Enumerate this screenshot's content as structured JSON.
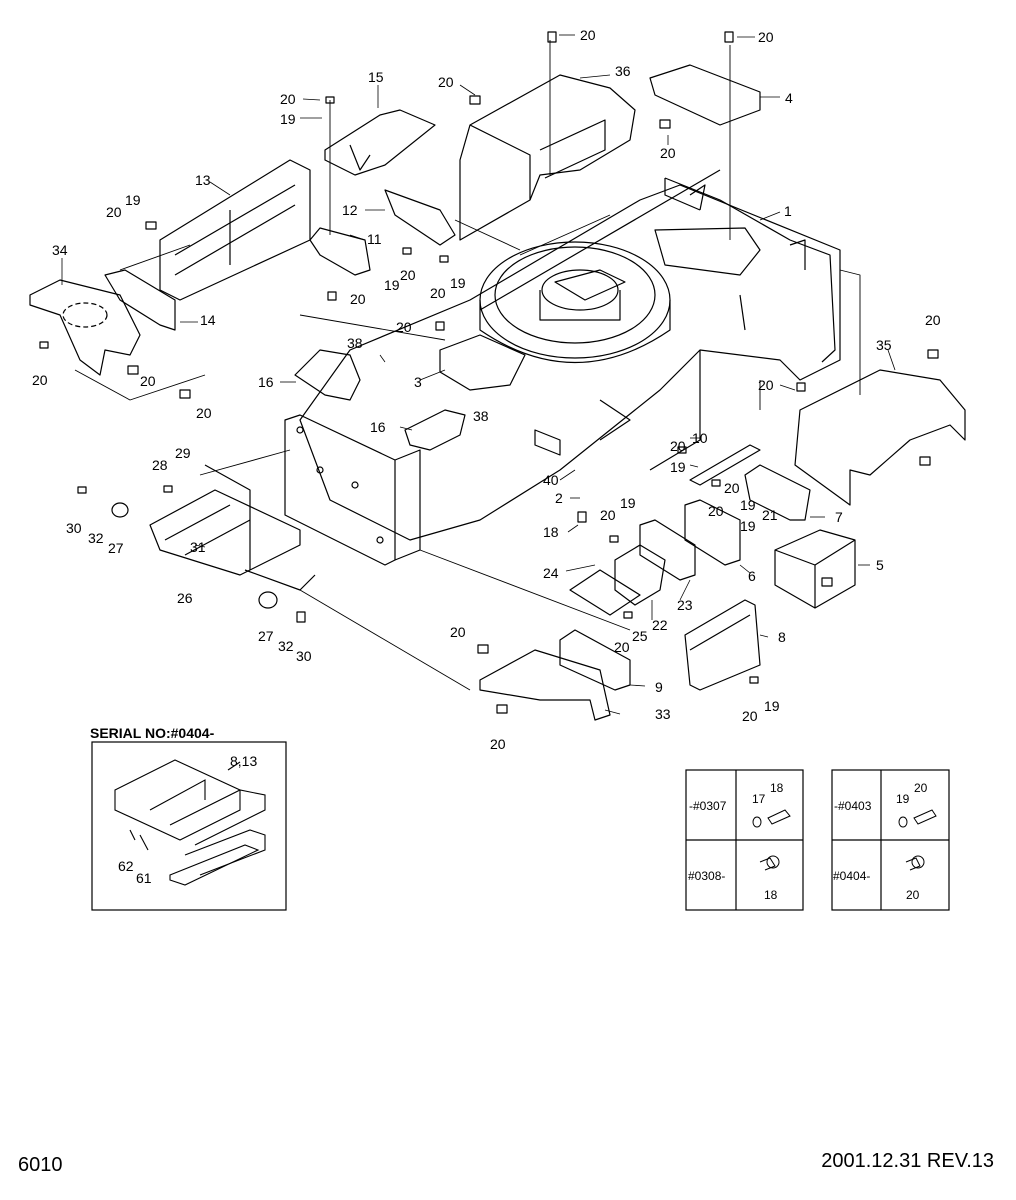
{
  "page_number": "6010",
  "revision": "2001.12.31 REV.13",
  "serial_inset": {
    "title": "SERIAL NO:#0404-",
    "labels": [
      "8,13",
      "62",
      "61"
    ]
  },
  "callouts": [
    {
      "id": "c-20a",
      "text": "20"
    },
    {
      "id": "c-20b",
      "text": "20"
    },
    {
      "id": "c-36",
      "text": "36"
    },
    {
      "id": "c-4",
      "text": "4"
    },
    {
      "id": "c-20c",
      "text": "20"
    },
    {
      "id": "c-20d",
      "text": "20"
    },
    {
      "id": "c-15",
      "text": "15"
    },
    {
      "id": "c-20e",
      "text": "20"
    },
    {
      "id": "c-19a",
      "text": "19"
    },
    {
      "id": "c-1",
      "text": "1"
    },
    {
      "id": "c-13",
      "text": "13"
    },
    {
      "id": "c-12",
      "text": "12"
    },
    {
      "id": "c-19b",
      "text": "19"
    },
    {
      "id": "c-20f",
      "text": "20"
    },
    {
      "id": "c-11",
      "text": "11"
    },
    {
      "id": "c-20g",
      "text": "20"
    },
    {
      "id": "c-19c",
      "text": "19"
    },
    {
      "id": "c-20h",
      "text": "20"
    },
    {
      "id": "c-19d",
      "text": "19"
    },
    {
      "id": "c-34",
      "text": "34"
    },
    {
      "id": "c-20i",
      "text": "20"
    },
    {
      "id": "c-14",
      "text": "14"
    },
    {
      "id": "c-20j",
      "text": "20"
    },
    {
      "id": "c-20k",
      "text": "20"
    },
    {
      "id": "c-20l",
      "text": "20"
    },
    {
      "id": "c-38a",
      "text": "38"
    },
    {
      "id": "c-3",
      "text": "3"
    },
    {
      "id": "c-16a",
      "text": "16"
    },
    {
      "id": "c-35",
      "text": "35"
    },
    {
      "id": "c-20m",
      "text": "20"
    },
    {
      "id": "c-20n",
      "text": "20"
    },
    {
      "id": "c-20o",
      "text": "20"
    },
    {
      "id": "c-38b",
      "text": "38"
    },
    {
      "id": "c-16b",
      "text": "16"
    },
    {
      "id": "c-10",
      "text": "10"
    },
    {
      "id": "c-20p",
      "text": "20"
    },
    {
      "id": "c-19e",
      "text": "19"
    },
    {
      "id": "c-28",
      "text": "28"
    },
    {
      "id": "c-29",
      "text": "29"
    },
    {
      "id": "c-40",
      "text": "40"
    },
    {
      "id": "c-2",
      "text": "2"
    },
    {
      "id": "c-19f",
      "text": "19"
    },
    {
      "id": "c-20q",
      "text": "20"
    },
    {
      "id": "c-20r",
      "text": "20"
    },
    {
      "id": "c-30a",
      "text": "30"
    },
    {
      "id": "c-32a",
      "text": "32"
    },
    {
      "id": "c-27a",
      "text": "27"
    },
    {
      "id": "c-31",
      "text": "31"
    },
    {
      "id": "c-18",
      "text": "18"
    },
    {
      "id": "c-20s",
      "text": "20"
    },
    {
      "id": "c-19g",
      "text": "19"
    },
    {
      "id": "c-21",
      "text": "21"
    },
    {
      "id": "c-19h",
      "text": "19"
    },
    {
      "id": "c-7",
      "text": "7"
    },
    {
      "id": "c-5",
      "text": "5"
    },
    {
      "id": "c-6",
      "text": "6"
    },
    {
      "id": "c-24",
      "text": "24"
    },
    {
      "id": "c-23",
      "text": "23"
    },
    {
      "id": "c-26",
      "text": "26"
    },
    {
      "id": "c-22",
      "text": "22"
    },
    {
      "id": "c-25",
      "text": "25"
    },
    {
      "id": "c-20t",
      "text": "20"
    },
    {
      "id": "c-27b",
      "text": "27"
    },
    {
      "id": "c-32b",
      "text": "32"
    },
    {
      "id": "c-30b",
      "text": "30"
    },
    {
      "id": "c-20u",
      "text": "20"
    },
    {
      "id": "c-8",
      "text": "8"
    },
    {
      "id": "c-9",
      "text": "9"
    },
    {
      "id": "c-33",
      "text": "33"
    },
    {
      "id": "c-20v",
      "text": "20"
    },
    {
      "id": "c-20w",
      "text": "20"
    },
    {
      "id": "c-19i",
      "text": "19"
    }
  ],
  "table_left": {
    "rows": [
      {
        "serial": "-#0307",
        "labels": [
          "17",
          "18"
        ]
      },
      {
        "serial": "#0308-",
        "labels": [
          "18"
        ]
      }
    ]
  },
  "table_right": {
    "rows": [
      {
        "serial": "-#0403",
        "labels": [
          "19",
          "20"
        ]
      },
      {
        "serial": "#0404-",
        "labels": [
          "20"
        ]
      }
    ]
  }
}
